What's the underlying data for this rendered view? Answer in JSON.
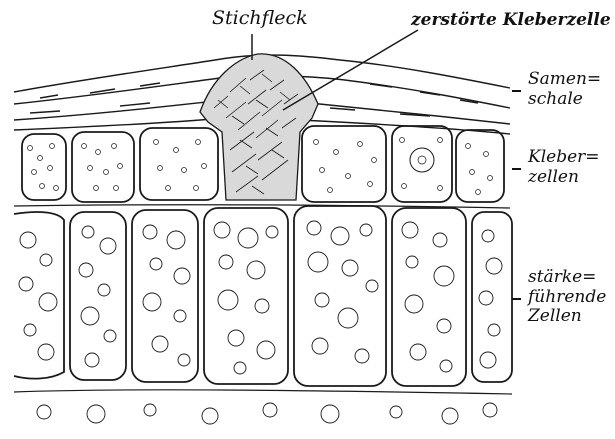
{
  "labels": {
    "stichfleck": "Stichfleck",
    "zerstoerte_kleberzelle": "zerstörte Kleberzelle",
    "samenschale": [
      "Samen=",
      "schale"
    ],
    "kleberzellen": [
      "Kleber=",
      "zellen"
    ],
    "staerke_zellen": [
      "stärke=",
      "führende",
      "Zellen"
    ]
  },
  "style": {
    "ink": "#1a1a1a",
    "paper": "#ffffff"
  }
}
